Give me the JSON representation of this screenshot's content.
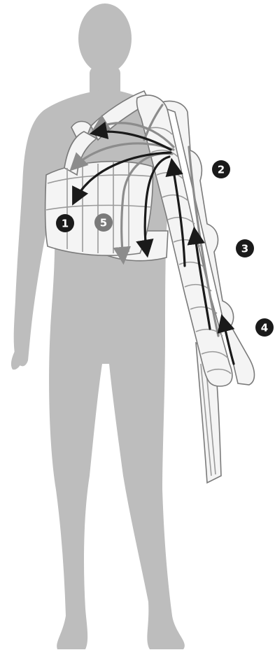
{
  "diagram": {
    "badges": [
      {
        "id": "1",
        "label": "1",
        "color": "#1a1a1a"
      },
      {
        "id": "2",
        "label": "2",
        "color": "#1a1a1a"
      },
      {
        "id": "3",
        "label": "3",
        "color": "#1a1a1a"
      },
      {
        "id": "4",
        "label": "4",
        "color": "#1a1a1a"
      },
      {
        "id": "5",
        "label": "5",
        "color": "#7a7a7a"
      }
    ],
    "colors": {
      "silhouette": "#bdbdbd",
      "garment_fill": "#f4f4f4",
      "garment_line": "#7a7a7a",
      "arrow_dark": "#1a1a1a",
      "arrow_gray": "#8c8c8c"
    }
  }
}
